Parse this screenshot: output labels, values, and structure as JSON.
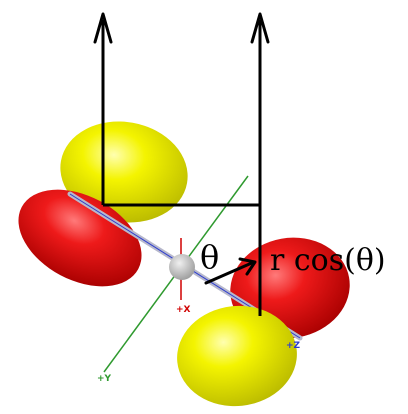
{
  "colors": {
    "lobe_red": "#e00000",
    "lobe_yellow": "#f2f200",
    "axis_x": "#d00000",
    "axis_y": "#2f9a2f",
    "axis_z": "#2b3ccf",
    "ink": "#000000"
  },
  "labels": {
    "theta": "θ",
    "r_cos_theta": "r cos(θ)",
    "axis_x": "+X",
    "axis_y": "+Y",
    "axis_z": "+Z"
  },
  "icons": {
    "left_arrow": "up-arrow-icon",
    "right_arrow": "up-arrow-icon",
    "radius_arrow": "diagonal-arrow-icon"
  }
}
